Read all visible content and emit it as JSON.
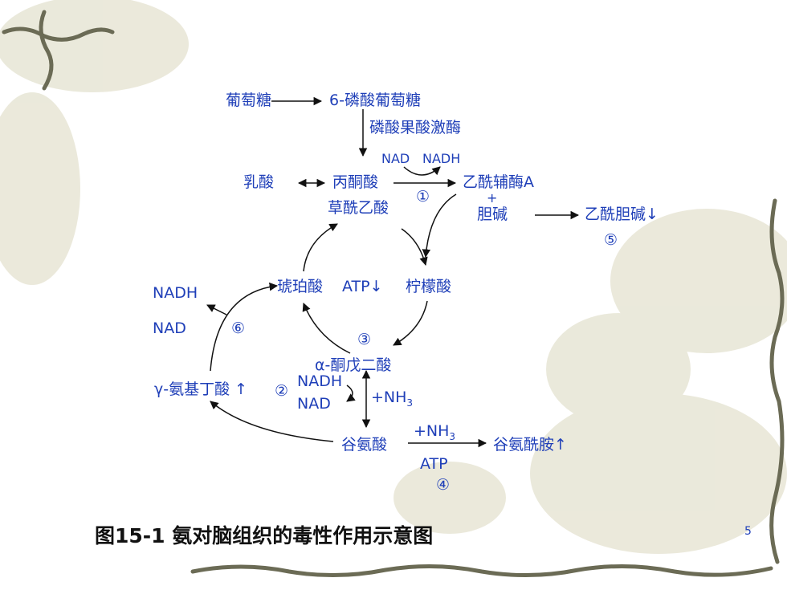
{
  "nodes": {
    "glucose": "葡萄糖",
    "g6p": "6-磷酸葡萄糖",
    "pfk": "磷酸果酸激酶",
    "nad_top": "NAD",
    "nadh_top": "NADH",
    "lactate": "乳酸",
    "pyruvate": "丙酮酸",
    "acetylcoa": "乙酰辅酶A",
    "plus": "+",
    "choline": "胆碱",
    "acetylcholine": "乙酰胆碱",
    "oxaloacetate": "草酰乙酸",
    "citrate": "柠檬酸",
    "succinate": "琥珀酸",
    "atp_mid": "ATP",
    "akg": "α-酮戊二酸",
    "nadh_left": "NADH",
    "nad_left": "NAD",
    "gaba": "γ-氨基丁酸",
    "nadh_mid": "NADH",
    "nad_mid": "NAD",
    "nh3_vertical": "+NH",
    "glutamate": "谷氨酸",
    "nh3_horizontal": "+NH",
    "atp_bottom": "ATP",
    "glutamine": "谷氨酰胺",
    "sub3": "3"
  },
  "markers": {
    "m1": "①",
    "m2": "②",
    "m3": "③",
    "m4": "④",
    "m5": "⑤",
    "m6": "⑥",
    "down": "↓",
    "up": "↑"
  },
  "caption": "图15-1 氨对脑组织的毒性作用示意图",
  "page_number": "5",
  "colors": {
    "text": "#1f3fb8",
    "arrow": "#111111",
    "vine": "#6b6b55",
    "leaf": "#dedcc8"
  }
}
